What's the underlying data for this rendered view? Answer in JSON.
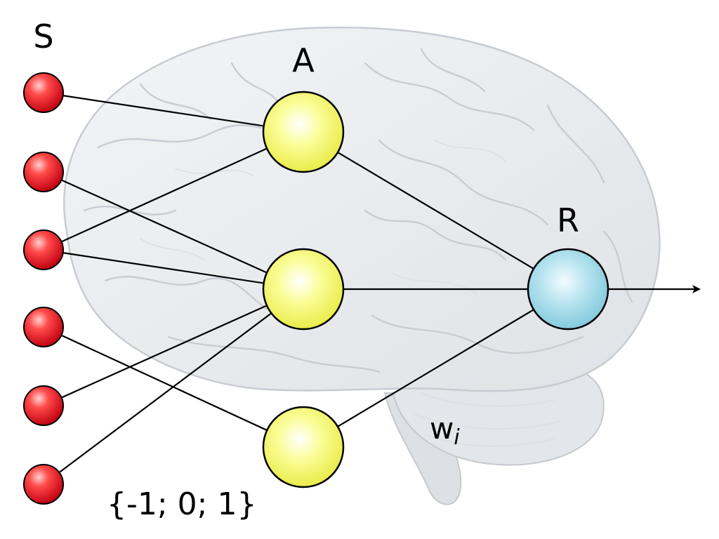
{
  "labels": {
    "sensory_layer": "S",
    "association_layer": "A",
    "response_layer": "R",
    "weight": "w",
    "weight_index": "i",
    "sensor_values": "{-1; 0; 1}"
  },
  "colors": {
    "sensor_node": "#e8141c",
    "association_node": "#f2f542",
    "response_node": "#8fd3e4",
    "connection": "#000000",
    "brain": "#e9ebee"
  },
  "connections": [
    [
      "S1",
      "A1"
    ],
    [
      "S2",
      "A2"
    ],
    [
      "S3",
      "A1"
    ],
    [
      "S3",
      "A2"
    ],
    [
      "S4",
      "A3"
    ],
    [
      "S5",
      "A2"
    ],
    [
      "S6",
      "A2"
    ],
    [
      "A1",
      "R"
    ],
    [
      "A2",
      "R"
    ],
    [
      "A3",
      "R"
    ]
  ]
}
